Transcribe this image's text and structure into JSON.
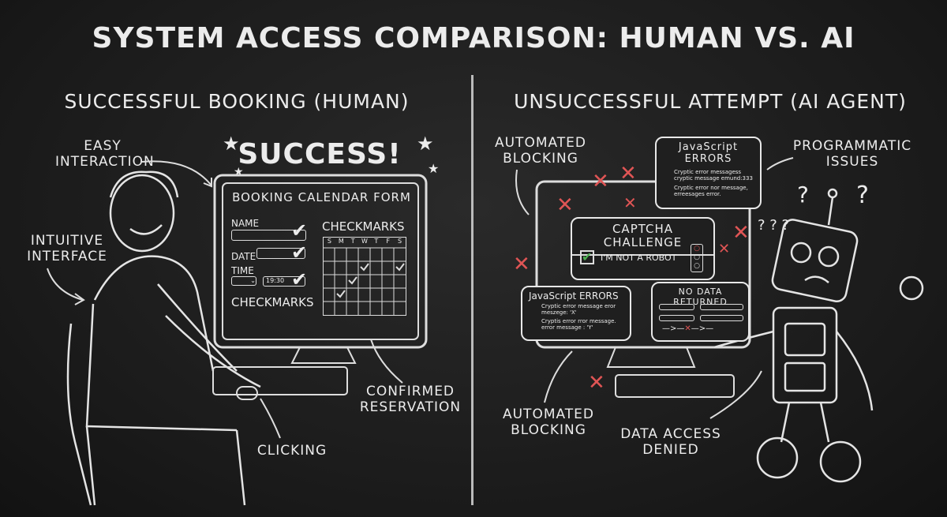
{
  "title": "SYSTEM ACCESS COMPARISON: HUMAN VS. AI",
  "left": {
    "heading": "SUCCESSFUL BOOKING (HUMAN)",
    "success": "SUCCESS!",
    "easy": "EASY INTERACTION",
    "intuitive": "INTUITIVE INTERFACE",
    "confirmed": "CONFIRMED RESERVATION",
    "clicking": "CLICKING",
    "form": {
      "title": "BOOKING CALENDAR FORM",
      "name": "NAME",
      "date": "DATE",
      "time": "TIME",
      "time_value": "19:30",
      "checkmarks_bottom": "CHECKMARKS",
      "checkmarks_top": "CHECKMARKS",
      "days": [
        "S",
        "M",
        "T",
        "W",
        "T",
        "F",
        "S"
      ]
    }
  },
  "right": {
    "heading": "UNSUCCESSFUL ATTEMPT (AI AGENT)",
    "blocking_top": "AUTOMATED BLOCKING",
    "programmatic": "PROGRAMMATIC ISSUES",
    "blocking_bottom": "AUTOMATED BLOCKING",
    "denied": "DATA ACCESS DENIED",
    "js_top": {
      "title": "JavaScript ERRORS",
      "lines": [
        "Cryptic error messagess cryptic message emund:333",
        "Cryptic error nor message, erreesages error."
      ]
    },
    "captcha": {
      "title": "CAPTCHA CHALLENGE",
      "checkbox": "I'M NOT A ROBOT"
    },
    "js_bottom": {
      "title": "JavaScript ERRORS",
      "lines": [
        "Cryptic error message eror meszege: 'X'",
        "Cryptis error rror message. error message : 'Y'"
      ]
    },
    "no_data": "NO DATA RETURNED"
  },
  "colors": {
    "chalk": "#ececec",
    "error": "#e05555",
    "check": "#4caf50",
    "board": "#1c1c1c"
  }
}
